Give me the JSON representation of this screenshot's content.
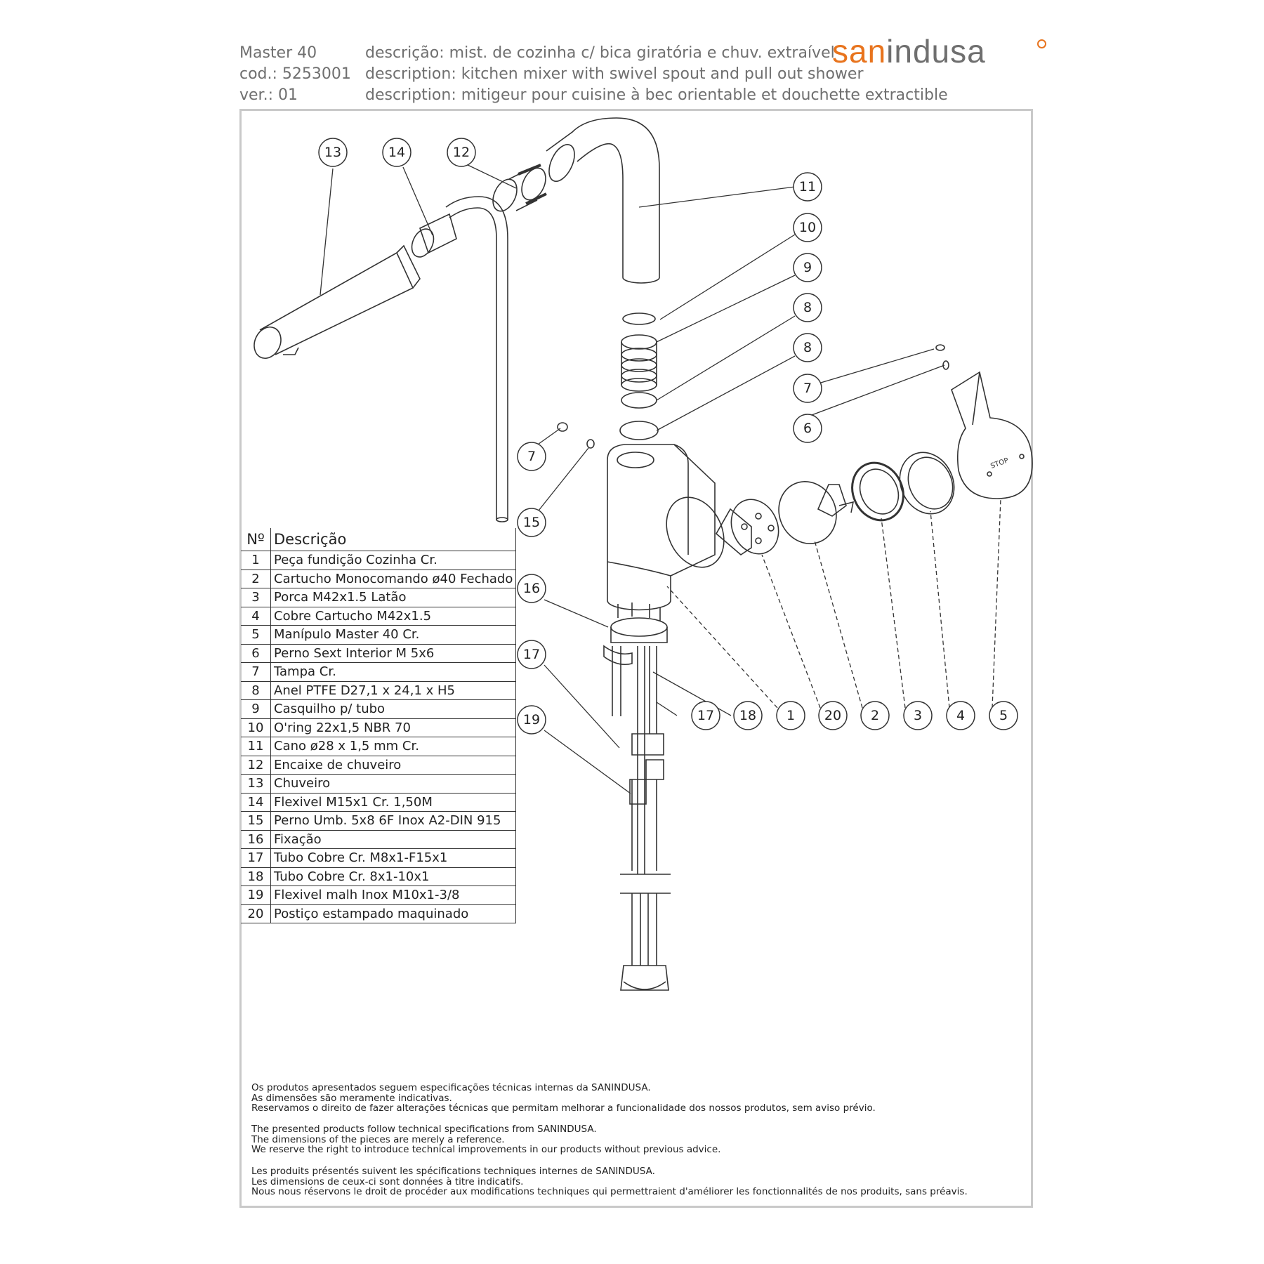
{
  "header": {
    "model": "Master 40",
    "code": "cod.: 5253001",
    "version": "ver.: 01",
    "desc_pt": "descrição: mist. de cozinha c/ bica giratória e chuv. extraível",
    "desc_en": "description: kitchen mixer with swivel spout and pull out shower",
    "desc_fr": "description: mitigeur pour cuisine à bec orientable et douchette extractible"
  },
  "logo": {
    "part1": "san",
    "part2": "indusa",
    "accent_color": "#e8741e",
    "gray_color": "#6f6f6f"
  },
  "table": {
    "col_num": "Nº",
    "col_desc": "Descrição",
    "rows": [
      {
        "num": "1",
        "desc": "Peça fundição Cozinha Cr."
      },
      {
        "num": "2",
        "desc": "Cartucho Monocomando ø40 Fechado"
      },
      {
        "num": "3",
        "desc": "Porca M42x1.5 Latão"
      },
      {
        "num": "4",
        "desc": "Cobre Cartucho M42x1.5"
      },
      {
        "num": "5",
        "desc": "Manípulo Master 40 Cr."
      },
      {
        "num": "6",
        "desc": "Perno Sext Interior M 5x6"
      },
      {
        "num": "7",
        "desc": "Tampa Cr."
      },
      {
        "num": "8",
        "desc": "Anel PTFE D27,1 x 24,1 x H5"
      },
      {
        "num": "9",
        "desc": "Casquilho p/ tubo"
      },
      {
        "num": "10",
        "desc": "O'ring 22x1,5 NBR 70"
      },
      {
        "num": "11",
        "desc": "Cano ø28 x 1,5 mm Cr."
      },
      {
        "num": "12",
        "desc": "Encaixe de chuveiro"
      },
      {
        "num": "13",
        "desc": "Chuveiro"
      },
      {
        "num": "14",
        "desc": "Flexivel M15x1 Cr. 1,50M"
      },
      {
        "num": "15",
        "desc": "Perno Umb. 5x8  6F Inox A2-DIN 915"
      },
      {
        "num": "16",
        "desc": "Fixação"
      },
      {
        "num": "17",
        "desc": "Tubo Cobre Cr. M8x1-F15x1"
      },
      {
        "num": "18",
        "desc": "Tubo Cobre Cr. 8x1-10x1"
      },
      {
        "num": "19",
        "desc": "Flexivel malh Inox M10x1-3/8"
      },
      {
        "num": "20",
        "desc": "Postiço estampado maquinado"
      }
    ]
  },
  "callouts": [
    "13",
    "14",
    "12",
    "11",
    "10",
    "9",
    "8",
    "8",
    "7",
    "6",
    "7",
    "15",
    "16",
    "17",
    "19",
    "17",
    "18",
    "1",
    "20",
    "2",
    "3",
    "4",
    "5"
  ],
  "notes": {
    "pt": [
      "Os produtos apresentados seguem especificações técnicas internas da SANINDUSA.",
      "As dimensões são meramente indicativas.",
      "Reservamos o direito de fazer alterações técnicas que permitam melhorar a funcionalidade dos nossos produtos, sem aviso prévio."
    ],
    "en": [
      "The presented products follow technical specifications from SANINDUSA.",
      "The dimensions of the pieces are merely a reference.",
      "We reserve the right to introduce technical improvements in our products without previous advice."
    ],
    "fr": [
      "Les produits présentés suivent les spécifications techniques internes de SANINDUSA.",
      "Les dimensions de ceux-ci sont données à titre indicatifs.",
      "Nous nous réservons le droit de procéder aux modifications techniques qui permettraient d'améliorer les fonctionnalités de nos produits, sans préavis."
    ]
  },
  "handle_mark": "STOP"
}
